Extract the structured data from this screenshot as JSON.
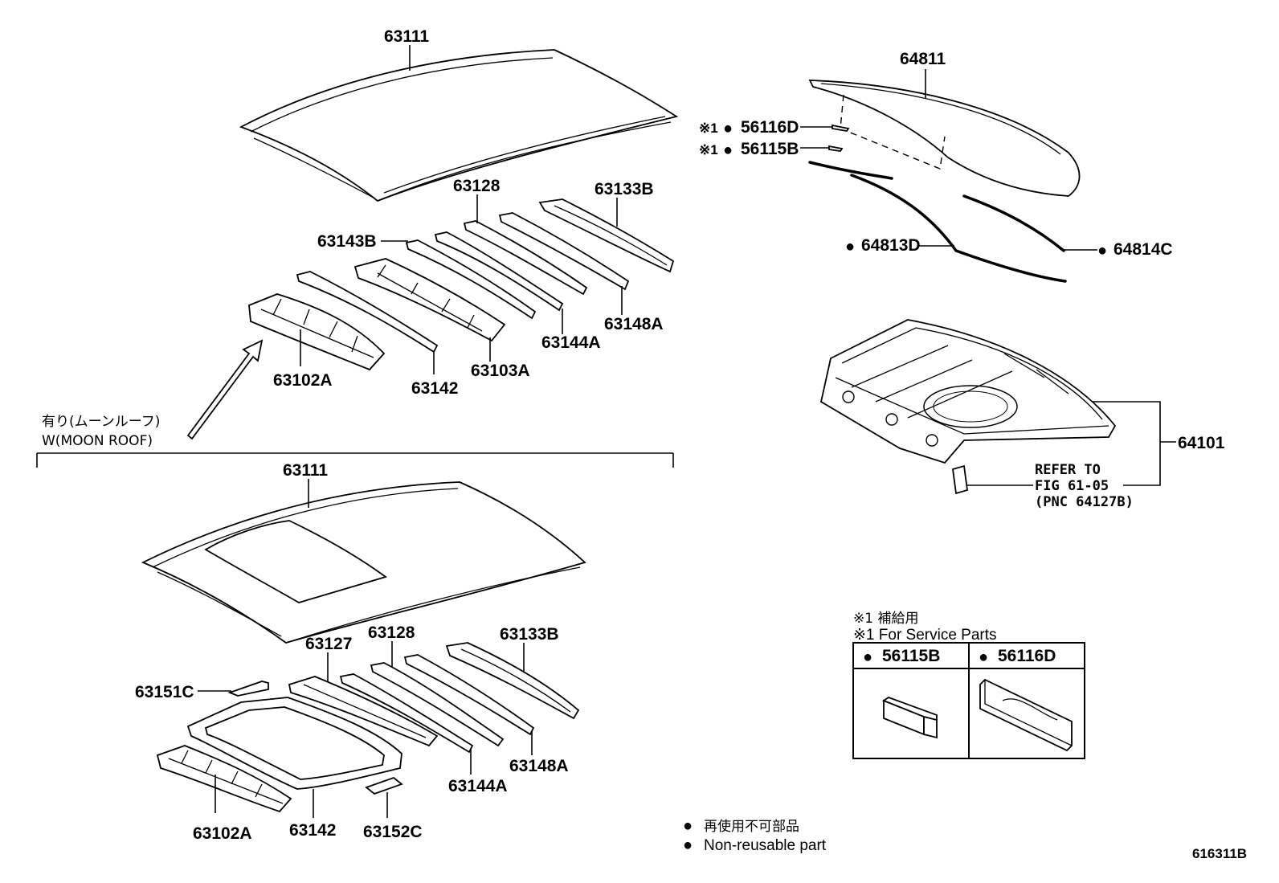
{
  "labels": {
    "top_roof": "63111",
    "top_63128": "63128",
    "top_63133b": "63133B",
    "top_63143b": "63143B",
    "top_63148a": "63148A",
    "top_63144a": "63144A",
    "top_63103a": "63103A",
    "top_63142": "63142",
    "top_63102a": "63102A",
    "glass_64811": "64811",
    "clip_56116d": "56116D",
    "clip_56115b": "56115B",
    "dam_64813d": "64813D",
    "dam_64814c": "64814C",
    "pkg_64101": "64101",
    "mid_roof": "63111",
    "mid_63127": "63127",
    "mid_63128": "63128",
    "mid_63133b": "63133B",
    "mid_63151c": "63151C",
    "mid_63148a": "63148A",
    "mid_63144a": "63144A",
    "mid_63102a": "63102A",
    "mid_63142": "63142",
    "mid_63152c": "63152C"
  },
  "marks": {
    "service_mark": "※1",
    "bullet": "●"
  },
  "moonroof_note": {
    "jp": "有り(ムーンルーフ)",
    "en": "W(MOON ROOF)"
  },
  "refer": {
    "line1": "REFER TO",
    "line2": "FIG 61-05",
    "line3": "(PNC 64127B)"
  },
  "service_table": {
    "title_jp": "※1 補給用",
    "title_en": "※1 For Service Parts",
    "col1": "56115B",
    "col2": "56116D"
  },
  "legend": {
    "jp": "再使用不可部品",
    "en": "Non-reusable part"
  },
  "figure_id": "616311B"
}
